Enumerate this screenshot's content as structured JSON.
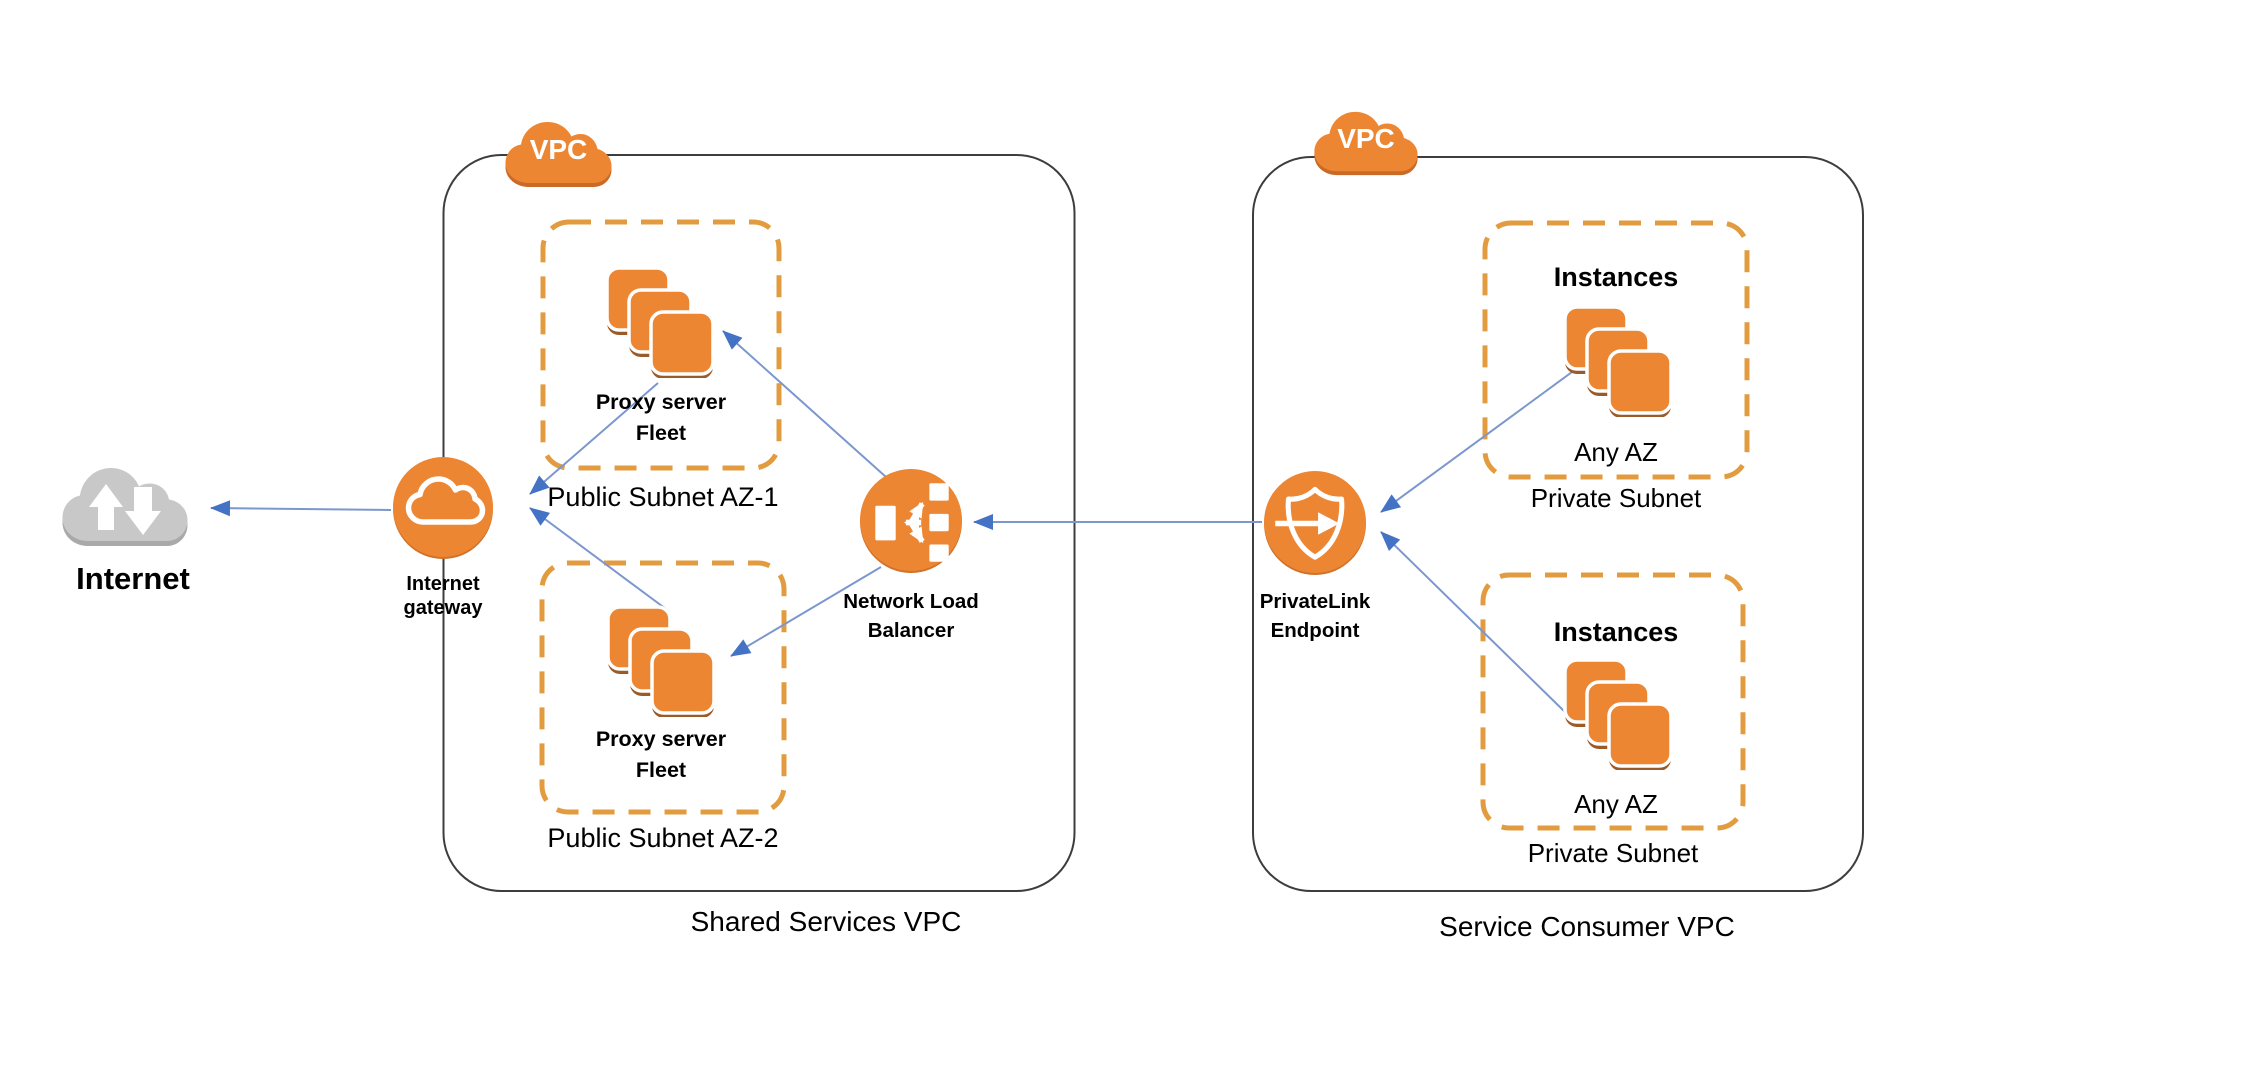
{
  "colors": {
    "icon_orange": "#ED8633",
    "icon_orange_shadow": "#C96A26",
    "square_shadow": "#9B5B28",
    "subnet_dash_orange": "#E29C3F",
    "vpc_border": "#3d3d3d",
    "arrow_line_blue": "#7B97CE",
    "arrow_head_blue": "#4472C4",
    "internet_cloud_gray": "#C8C8C8",
    "internet_cloud_shadow": "#A9A9A9",
    "text": "#000000"
  },
  "internet": {
    "label": "Internet"
  },
  "shared_vpc": {
    "badge": "VPC",
    "label": "Shared Services VPC",
    "internet_gateway": {
      "label": "Internet gateway"
    },
    "network_load_balancer": {
      "label": "Network Load Balancer"
    },
    "subnets": [
      {
        "label": "Public Subnet AZ-1",
        "fleet": {
          "label": "Proxy server Fleet"
        }
      },
      {
        "label": "Public Subnet AZ-2",
        "fleet": {
          "label": "Proxy server Fleet"
        }
      }
    ]
  },
  "consumer_vpc": {
    "badge": "VPC",
    "label": "Service Consumer VPC",
    "privatelink_endpoint": {
      "label": "PrivateLink Endpoint"
    },
    "subnets": [
      {
        "title": "Instances",
        "az_label": "Any AZ",
        "label": "Private Subnet"
      },
      {
        "title": "Instances",
        "az_label": "Any AZ",
        "label": "Private Subnet"
      }
    ]
  },
  "connections": [
    {
      "from": "internet-gateway",
      "to": "internet"
    },
    {
      "from": "proxy-fleet-az1",
      "to": "internet-gateway"
    },
    {
      "from": "proxy-fleet-az2",
      "to": "internet-gateway"
    },
    {
      "from": "network-load-balancer",
      "to": "proxy-fleet-az1"
    },
    {
      "from": "network-load-balancer",
      "to": "proxy-fleet-az2"
    },
    {
      "from": "privatelink-endpoint",
      "to": "network-load-balancer"
    },
    {
      "from": "instances-top",
      "to": "privatelink-endpoint"
    },
    {
      "from": "instances-bottom",
      "to": "privatelink-endpoint"
    }
  ]
}
